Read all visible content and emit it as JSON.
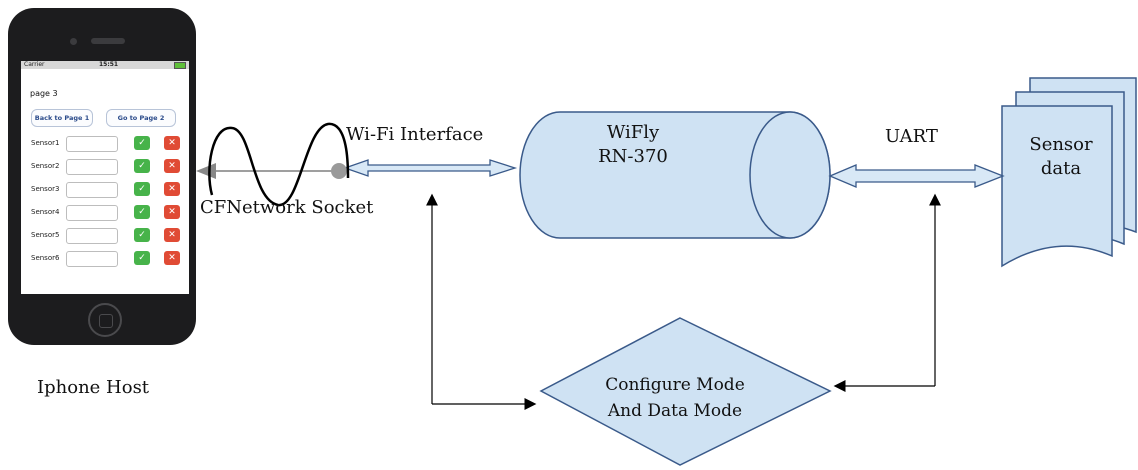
{
  "phone": {
    "status_carrier": "Carrier",
    "status_time": "15:51",
    "page_title": "page 3",
    "back_button": "Back to Page 1",
    "next_button": "Go to Page 2",
    "sensors": [
      "Sensor1",
      "Sensor2",
      "Sensor3",
      "Sensor4",
      "Sensor5",
      "Sensor6"
    ],
    "check_glyph": "✓",
    "cross_glyph": "✕"
  },
  "labels": {
    "host": "Iphone Host",
    "cfnetwork": "CFNetwork  Socket",
    "wifi_interface": "Wi-Fi  Interface",
    "uart": "UART",
    "wifly_line1": "WiFly",
    "wifly_line2": "RN-370",
    "sensor_line1": "Sensor",
    "sensor_line2": "data",
    "config_line1": "Configure  Mode",
    "config_line2": "And  Data  Mode"
  },
  "colors": {
    "shape_fill": "#cfe2f3",
    "shape_stroke": "#3a5a8a",
    "arrow_fill": "#d8e8f6",
    "line": "#000000",
    "phone_body": "#1c1c1e",
    "ok": "#47b34a",
    "cancel": "#e04b35"
  },
  "icons": [
    "check-icon",
    "cross-icon",
    "home-button-icon",
    "antenna-wave-icon"
  ]
}
